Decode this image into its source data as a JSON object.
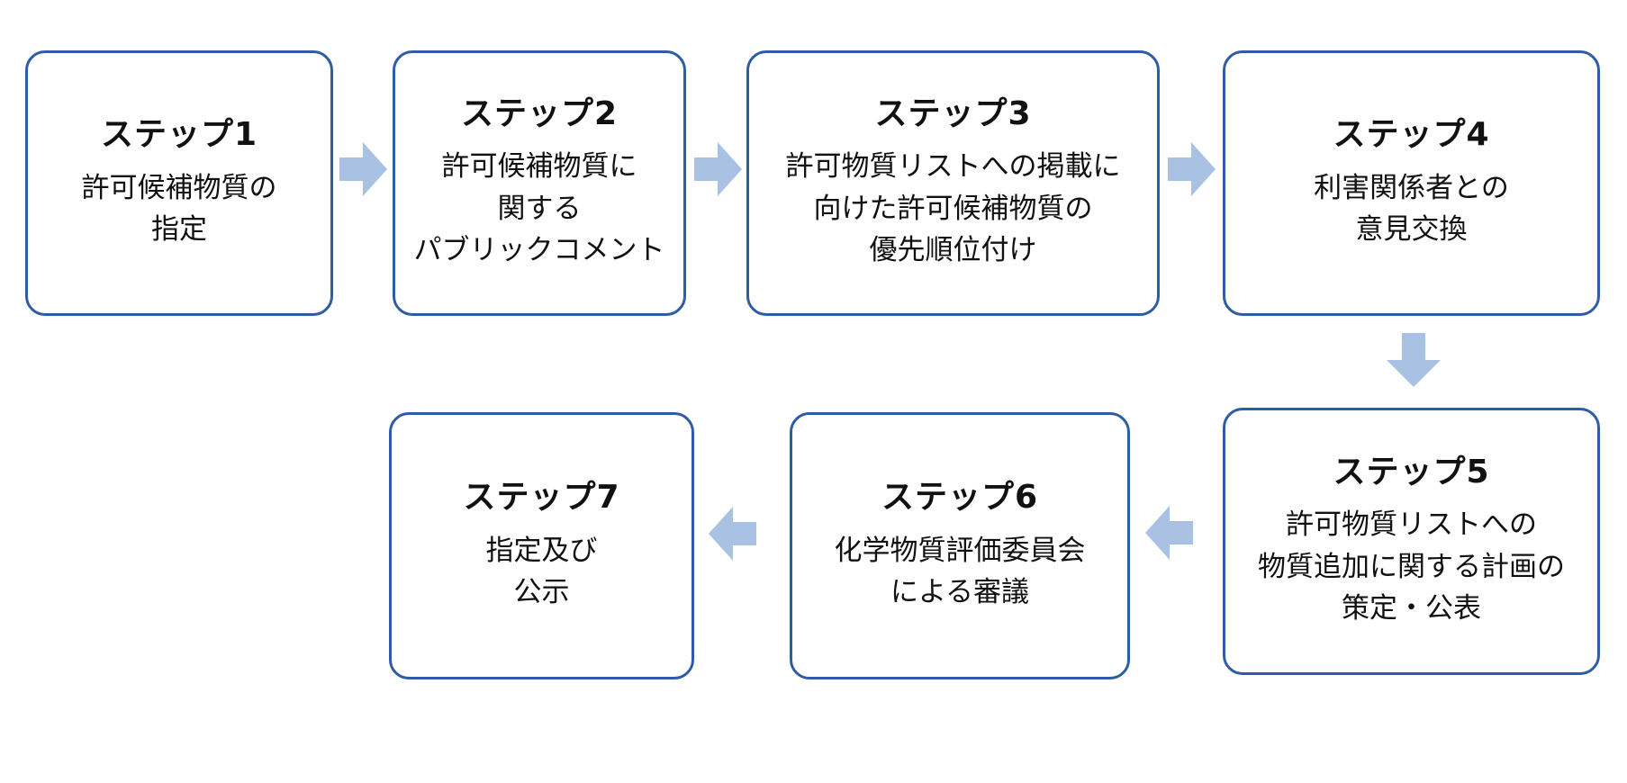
{
  "steps": [
    {
      "title": "ステップ1",
      "lines": [
        "許可候補物質の",
        "指定"
      ]
    },
    {
      "title": "ステップ2",
      "lines": [
        "許可候補物質に",
        "関する",
        "パブリックコメント"
      ]
    },
    {
      "title": "ステップ3",
      "lines": [
        "許可物質リストへの掲載に",
        "向けた許可候補物質の",
        "優先順位付け"
      ]
    },
    {
      "title": "ステップ4",
      "lines": [
        "利害関係者との",
        "意見交換"
      ]
    },
    {
      "title": "ステップ5",
      "lines": [
        "許可物質リストへの",
        "物質追加に関する計画の",
        "策定・公表"
      ]
    },
    {
      "title": "ステップ6",
      "lines": [
        "化学物質評価委員会",
        "による審議"
      ]
    },
    {
      "title": "ステップ7",
      "lines": [
        "指定及び",
        "公示"
      ]
    }
  ],
  "colors": {
    "box_border": "#2e5da5",
    "arrow_fill": "#a9c1e3",
    "text": "#111111"
  },
  "arrows": [
    {
      "from": "ステップ1",
      "to": "ステップ2",
      "direction": "right"
    },
    {
      "from": "ステップ2",
      "to": "ステップ3",
      "direction": "right"
    },
    {
      "from": "ステップ3",
      "to": "ステップ4",
      "direction": "right"
    },
    {
      "from": "ステップ4",
      "to": "ステップ5",
      "direction": "down"
    },
    {
      "from": "ステップ5",
      "to": "ステップ6",
      "direction": "left"
    },
    {
      "from": "ステップ6",
      "to": "ステップ7",
      "direction": "left"
    }
  ]
}
